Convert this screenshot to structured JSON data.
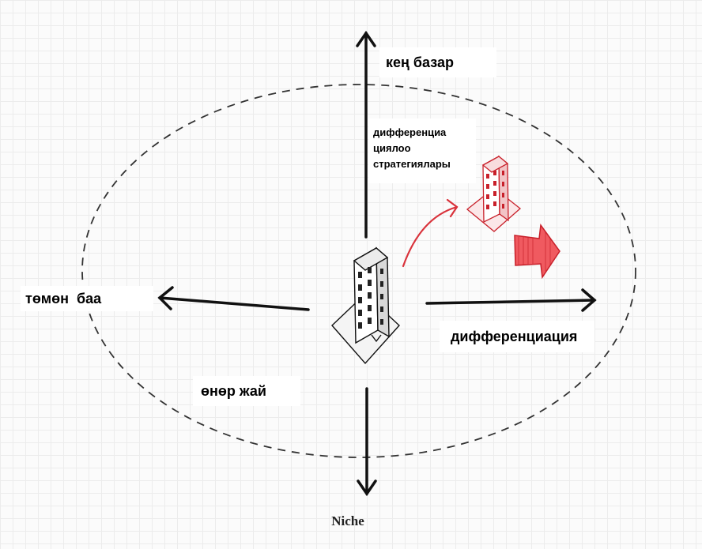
{
  "labels": {
    "wide_market": "кең базар",
    "differentiation_strategies": "дифференциа циялоо стратегиялары",
    "low_price": "төмөн  баа",
    "differentiation": "дифференциация",
    "industry": "өнөр жай",
    "niche": "Niche"
  },
  "colors": {
    "arrow": "#111111",
    "accent_red": "#d9323b",
    "grid": "#ececec"
  },
  "icons": [
    "building-icon",
    "red-building-icon",
    "red-arrow-icon"
  ]
}
